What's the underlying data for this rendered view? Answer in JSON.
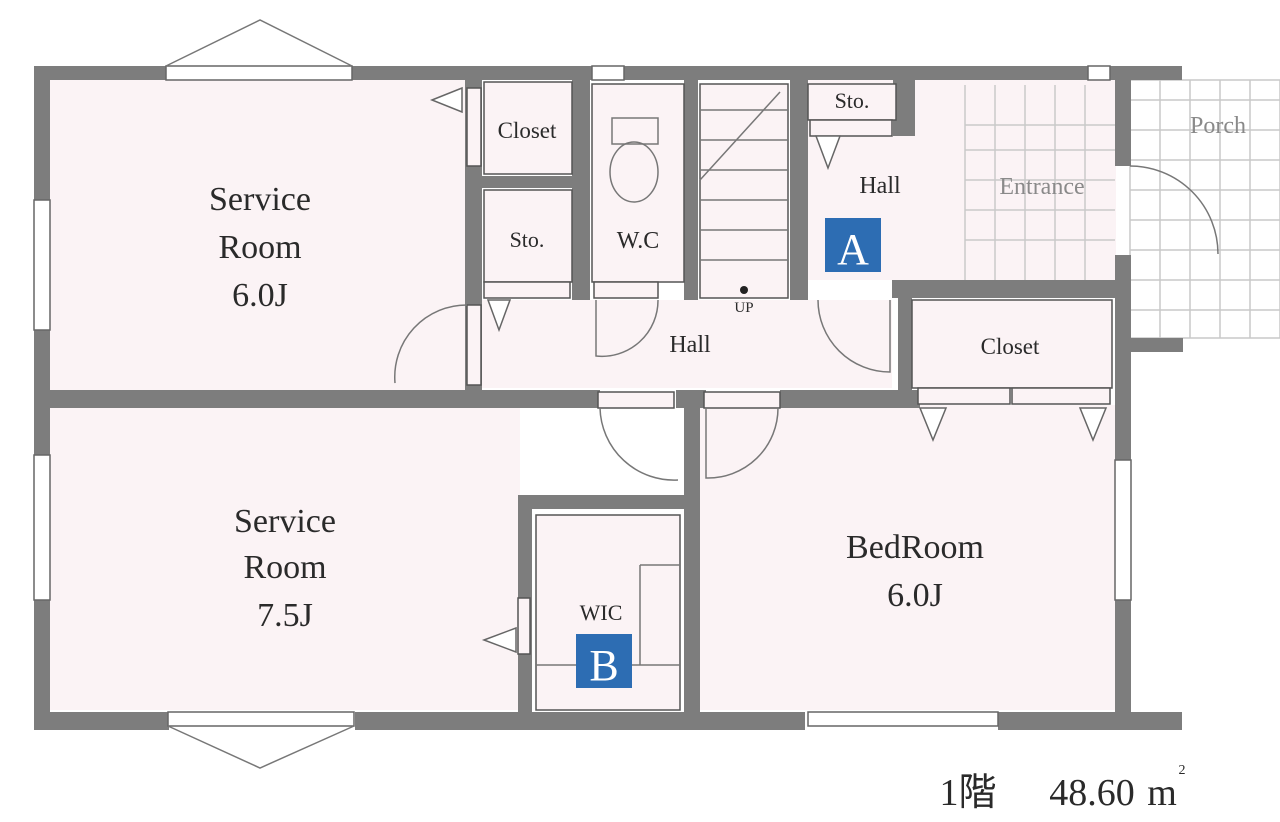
{
  "rooms": {
    "service_room_1": {
      "name_line1": "Service",
      "name_line2": "Room",
      "size": "6.0J"
    },
    "service_room_2": {
      "name_line1": "Service",
      "name_line2": "Room",
      "size": "7.5J"
    },
    "bedroom": {
      "name": "BedRoom",
      "size": "6.0J"
    },
    "closet_1": "Closet",
    "closet_2": "Closet",
    "storage_1": "Sto.",
    "storage_2": "Sto.",
    "wc": "W.C",
    "hall_upper": "Hall",
    "hall_lower": "Hall",
    "entrance": "Entrance",
    "porch": "Porch",
    "wic": "WIC",
    "stairs": "UP"
  },
  "markers": {
    "a": {
      "label": "A",
      "color": "#2d6db3"
    },
    "b": {
      "label": "B",
      "color": "#2d6db3"
    }
  },
  "floor_info": {
    "floor": "1階",
    "area_value": "48.60",
    "area_unit": "m",
    "area_superscript": "2"
  },
  "colors": {
    "wall": "#7d7d7d",
    "floor": "#fbf3f5",
    "marker": "#2d6db3"
  }
}
